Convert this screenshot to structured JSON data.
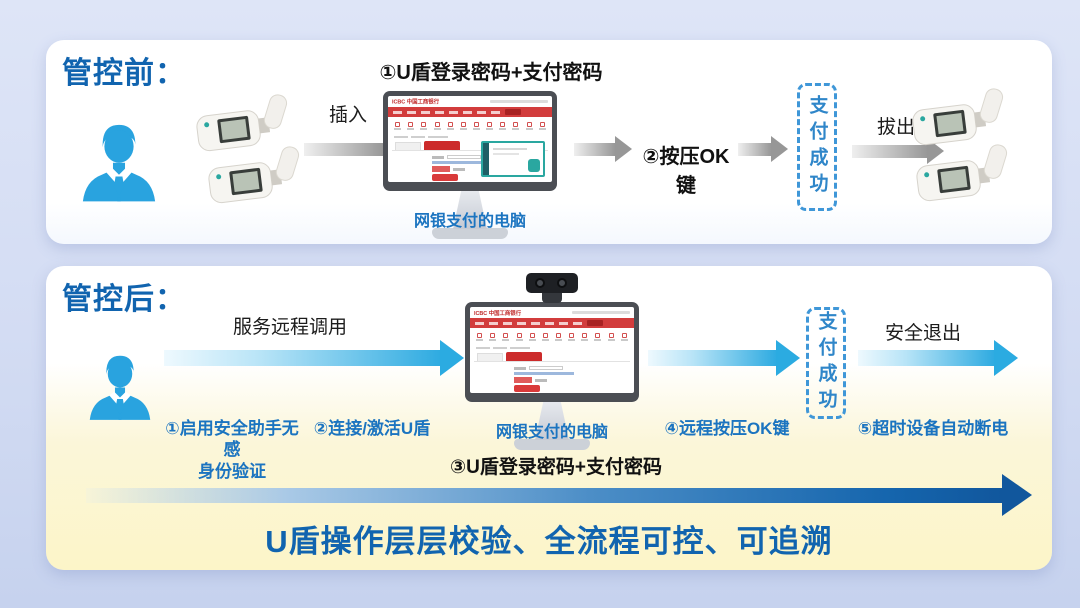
{
  "panel_before": {
    "title": "管控前：",
    "step1_label": "①U盾登录密码+支付密码",
    "insert_label": "插入",
    "computer_caption": "网银支付的电脑",
    "step2_label": "②按压OK键",
    "payment_success": "支付成功",
    "pullout_label": "拔出"
  },
  "panel_after": {
    "title": "管控后：",
    "remote_call_label": "服务远程调用",
    "computer_caption": "网银支付的电脑",
    "step1_label": "①启用安全助手无感",
    "step1_label_line2": "身份验证",
    "step2_label": "②连接/激活U盾",
    "step3_label": "③U盾登录密码+支付密码",
    "step4_label": "④远程按压OK键",
    "step5_label": "⑤超时设备自动断电",
    "payment_success": "支付成功",
    "safe_exit_label": "安全退出",
    "slogan": "U盾操作层层校验、全流程可控、可追溯"
  },
  "bank_screen": {
    "brand": "ICBC 中国工商银行"
  },
  "colors": {
    "title_blue": "#1164af",
    "step_blue": "#1b74c0",
    "azure": "#29a3df",
    "dashed_border": "#3f97d8",
    "bank_red": "#d23c3c",
    "panel_yellow": "#fcf5c8",
    "gray_arrow": "#979797"
  }
}
